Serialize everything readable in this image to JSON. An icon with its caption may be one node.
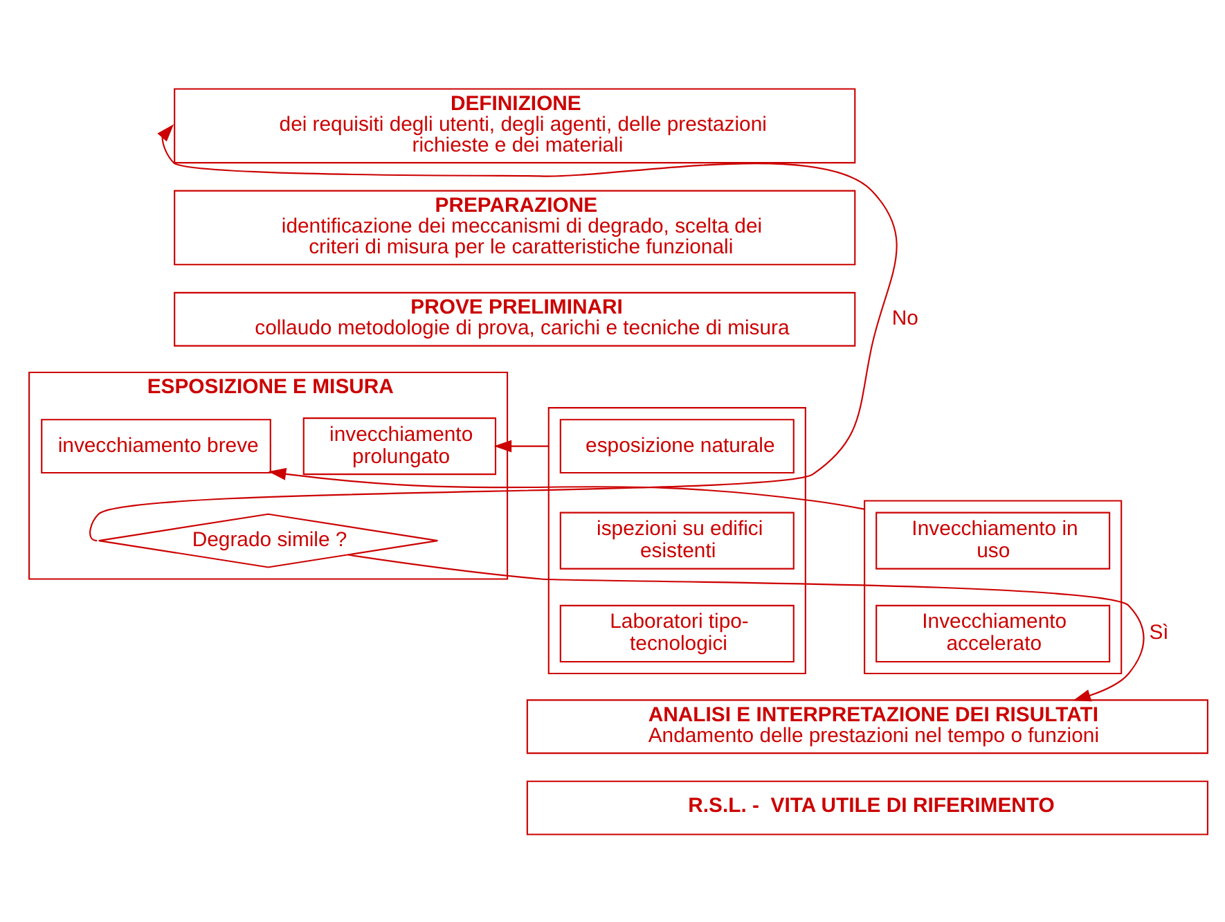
{
  "diagram": {
    "nodes": [
      {
        "text": [
          "DEFINIZIONE",
          "dei requisiti degli utenti, degli agenti, delle prestazioni richieste e dei materiali"
        ]
      },
      {
        "text": [
          "PREPARAZIONE",
          "identificazione dei meccanismi di degrado, scelta dei criteri di misura per le caratteristiche funzionali"
        ]
      },
      {
        "text": [
          "PROVE PRELIMINARI",
          "collaudo metodologie di prova, carichi e tecniche di misura"
        ]
      },
      {
        "text": [],
        "shape": "box"
      },
      {
        "text": [
          "Invecchiamento in uso"
        ],
        "in": 3
      },
      {
        "text": [
          "Invecchiamento accelerato"
        ],
        "in": 3
      },
      {
        "text": [
          "ESPOSIZIONE E MISURA"
        ]
      },
      {
        "text": [
          "invecchiamento breve"
        ],
        "in": 6
      },
      {
        "text": [
          "invecchiamento prolungato"
        ],
        "in": 6
      },
      {
        "text": [
          "Degrado simile ?"
        ],
        "in": 6
      },
      {
        "text": [],
        "shape": "box"
      },
      {
        "text": [
          "esposizione naturale"
        ],
        "in": 10
      },
      {
        "text": [
          "ispezioni su edifici esistenti"
        ],
        "in": 10
      },
      {
        "text": [
          "Laboratori tipo-tecnologici"
        ],
        "in": 10
      },
      {
        "text": [
          "ANALISI E INTERPRETAZIONE DEI RISULTATI",
          "Andamento delle prestazioni nel tempo o funzioni"
        ]
      },
      {
        "text": [
          "R.S.L. -  VITA UTILE DI RIFERIMENTO"
        ]
      }
    ],
    "edges": [
      {
        "from": 3,
        "to": 7,
        "arrow": "to"
      },
      {
        "from": 10,
        "to": 8,
        "arrow": "to"
      },
      {
        "from": 9,
        "to": 0,
        "arrow": "to",
        "label": "No"
      },
      {
        "from": 9,
        "to": 14,
        "arrow": "to",
        "label": "Sì"
      }
    ]
  }
}
